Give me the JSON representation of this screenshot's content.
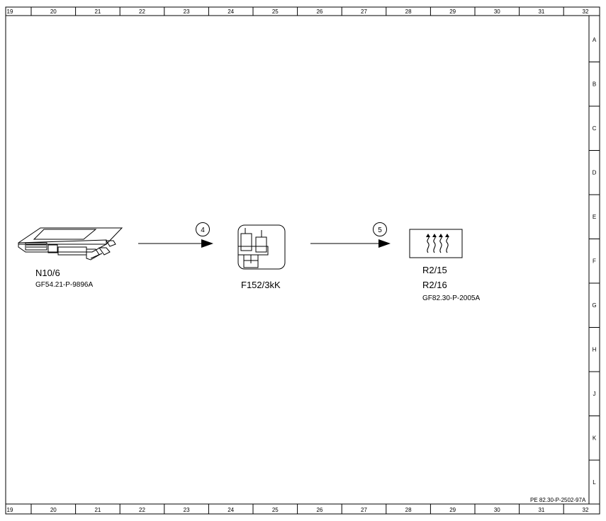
{
  "columns": [
    "19",
    "20",
    "21",
    "22",
    "23",
    "24",
    "25",
    "26",
    "27",
    "28",
    "29",
    "30",
    "31",
    "32"
  ],
  "rows": [
    "A",
    "B",
    "C",
    "D",
    "E",
    "F",
    "G",
    "H",
    "J",
    "K",
    "L"
  ],
  "components": {
    "control_unit": {
      "label": "N10/6",
      "ref": "GF54.21-P-9896A"
    },
    "relay": {
      "label": "F152/3kK"
    },
    "heater": {
      "label1": "R2/15",
      "label2": "R2/16",
      "ref": "GF82.30-P-2005A"
    }
  },
  "connections": [
    {
      "number": "4"
    },
    {
      "number": "5"
    }
  ],
  "document_id": "PE 82.30-P-2502-97A",
  "icons": {
    "control_unit": "control-module-icon",
    "relay": "relay-icon",
    "heater": "heater-element-icon"
  }
}
